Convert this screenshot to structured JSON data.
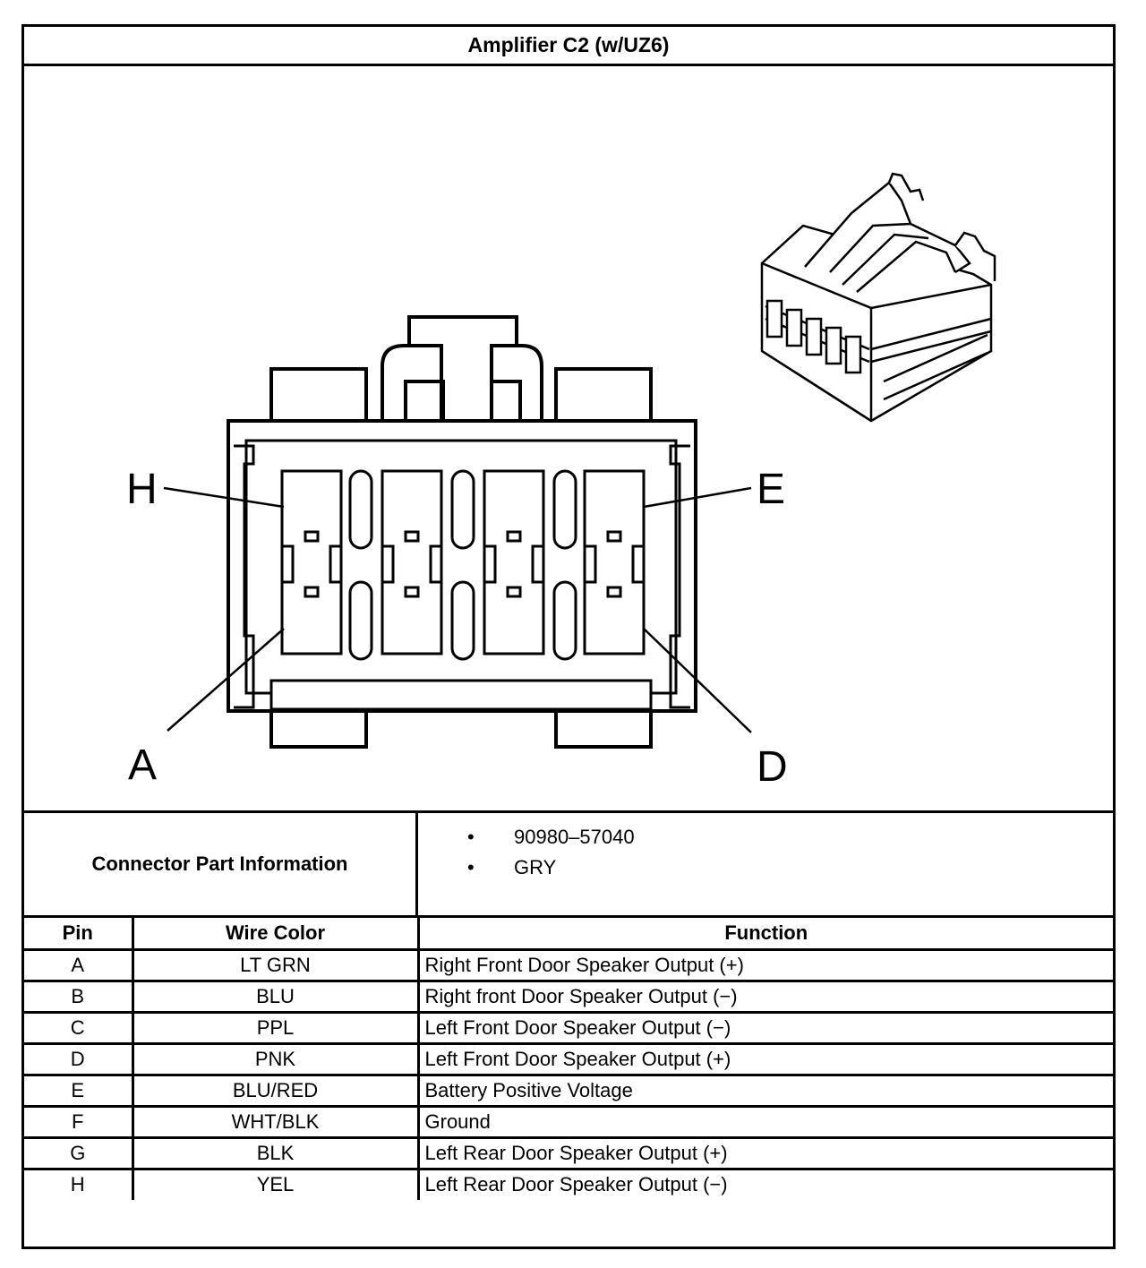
{
  "title": "Amplifier C2 (w/UZ6)",
  "callouts": {
    "h": "H",
    "e": "E",
    "a": "A",
    "d": "D"
  },
  "part_info": {
    "label": "Connector Part Information",
    "items": [
      "90980–57040",
      "GRY"
    ]
  },
  "table": {
    "headers": {
      "pin": "Pin",
      "wire_color": "Wire Color",
      "function": "Function"
    },
    "rows": [
      {
        "pin": "A",
        "color": "LT GRN",
        "function": "Right Front Door Speaker Output (+)"
      },
      {
        "pin": "B",
        "color": "BLU",
        "function": "Right front Door Speaker Output (−)"
      },
      {
        "pin": "C",
        "color": "PPL",
        "function": "Left Front Door Speaker Output (−)"
      },
      {
        "pin": "D",
        "color": "PNK",
        "function": "Left Front Door Speaker Output (+)"
      },
      {
        "pin": "E",
        "color": "BLU/RED",
        "function": "Battery Positive Voltage"
      },
      {
        "pin": "F",
        "color": "WHT/BLK",
        "function": "Ground"
      },
      {
        "pin": "G",
        "color": "BLK",
        "function": "Left Rear Door Speaker Output (+)"
      },
      {
        "pin": "H",
        "color": "YEL",
        "function": "Left Rear Door Speaker Output (−)"
      }
    ]
  }
}
